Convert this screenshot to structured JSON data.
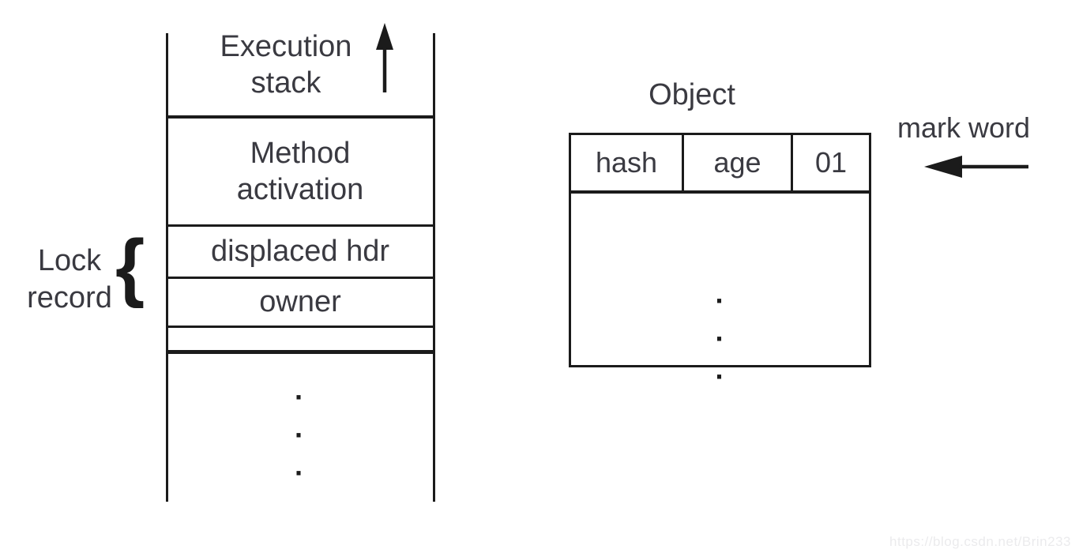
{
  "colors": {
    "line": "#1b1b1b",
    "text": "#3a3a41",
    "watermark_text": "#ebebed",
    "background": "#ffffff"
  },
  "stack": {
    "title_lines": [
      "Execution",
      "stack"
    ],
    "cells": {
      "method_activation_lines": [
        "Method",
        "activation"
      ],
      "displaced_hdr": "displaced hdr",
      "owner": "owner"
    },
    "ellipsis": [
      "·",
      "·",
      "·"
    ]
  },
  "lock_record": {
    "lines": [
      "Lock",
      "record"
    ],
    "brace": "{"
  },
  "object": {
    "title": "Object",
    "header_cells": [
      "hash",
      "age",
      "01"
    ],
    "ellipsis": [
      "·",
      "·",
      "·"
    ]
  },
  "mark_word": {
    "label": "mark word"
  },
  "watermark": "https://blog.csdn.net/Brin233"
}
